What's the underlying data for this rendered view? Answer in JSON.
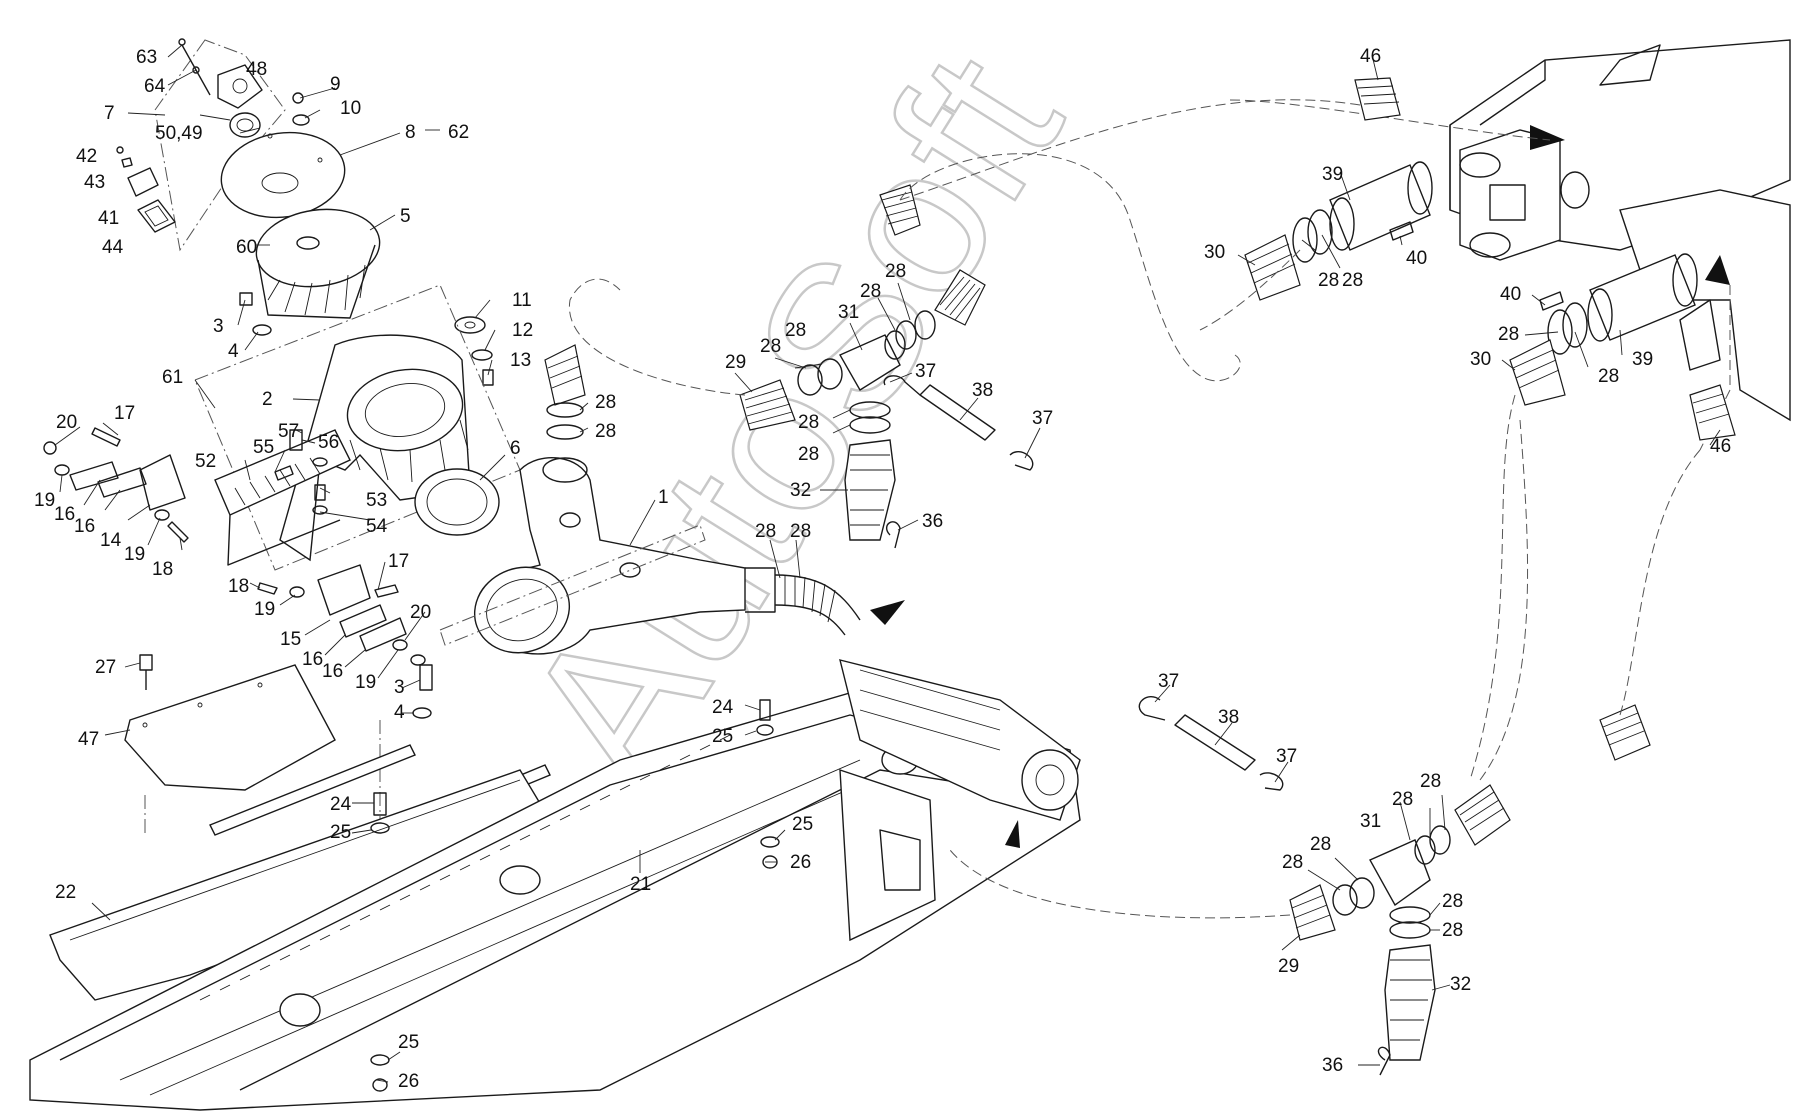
{
  "watermark": "AutoSoft",
  "callouts": [
    {
      "id": "63",
      "text": "63"
    },
    {
      "id": "64",
      "text": "64"
    },
    {
      "id": "48",
      "text": "48"
    },
    {
      "id": "9",
      "text": "9"
    },
    {
      "id": "7",
      "text": "7"
    },
    {
      "id": "10",
      "text": "10"
    },
    {
      "id": "50_49",
      "text": "50,49"
    },
    {
      "id": "8",
      "text": "8"
    },
    {
      "id": "62",
      "text": "62"
    },
    {
      "id": "42",
      "text": "42"
    },
    {
      "id": "43",
      "text": "43"
    },
    {
      "id": "41",
      "text": "41"
    },
    {
      "id": "5",
      "text": "5"
    },
    {
      "id": "44",
      "text": "44"
    },
    {
      "id": "60",
      "text": "60"
    },
    {
      "id": "11",
      "text": "11"
    },
    {
      "id": "3a",
      "text": "3"
    },
    {
      "id": "12",
      "text": "12"
    },
    {
      "id": "4a",
      "text": "4"
    },
    {
      "id": "13",
      "text": "13"
    },
    {
      "id": "61",
      "text": "61"
    },
    {
      "id": "2",
      "text": "2"
    },
    {
      "id": "20a",
      "text": "20"
    },
    {
      "id": "17a",
      "text": "17"
    },
    {
      "id": "57",
      "text": "57"
    },
    {
      "id": "56",
      "text": "56"
    },
    {
      "id": "55",
      "text": "55"
    },
    {
      "id": "6",
      "text": "6"
    },
    {
      "id": "52",
      "text": "52"
    },
    {
      "id": "19a",
      "text": "19"
    },
    {
      "id": "53",
      "text": "53"
    },
    {
      "id": "16a",
      "text": "16"
    },
    {
      "id": "16b",
      "text": "16"
    },
    {
      "id": "54",
      "text": "54"
    },
    {
      "id": "1",
      "text": "1"
    },
    {
      "id": "14",
      "text": "14"
    },
    {
      "id": "19b",
      "text": "19"
    },
    {
      "id": "18a",
      "text": "18"
    },
    {
      "id": "17b",
      "text": "17"
    },
    {
      "id": "18b",
      "text": "18"
    },
    {
      "id": "19c",
      "text": "19"
    },
    {
      "id": "20b",
      "text": "20"
    },
    {
      "id": "15",
      "text": "15"
    },
    {
      "id": "16c",
      "text": "16"
    },
    {
      "id": "16d",
      "text": "16"
    },
    {
      "id": "19d",
      "text": "19"
    },
    {
      "id": "27",
      "text": "27"
    },
    {
      "id": "3b",
      "text": "3"
    },
    {
      "id": "4b",
      "text": "4"
    },
    {
      "id": "47",
      "text": "47"
    },
    {
      "id": "24a",
      "text": "24"
    },
    {
      "id": "25a",
      "text": "25"
    },
    {
      "id": "24b",
      "text": "24"
    },
    {
      "id": "25b",
      "text": "25"
    },
    {
      "id": "25c",
      "text": "25"
    },
    {
      "id": "26a",
      "text": "26"
    },
    {
      "id": "21",
      "text": "21"
    },
    {
      "id": "22",
      "text": "22"
    },
    {
      "id": "25d",
      "text": "25"
    },
    {
      "id": "26b",
      "text": "26"
    },
    {
      "id": "29a",
      "text": "29"
    },
    {
      "id": "28a",
      "text": "28"
    },
    {
      "id": "28b",
      "text": "28"
    },
    {
      "id": "31a",
      "text": "31"
    },
    {
      "id": "28c",
      "text": "28"
    },
    {
      "id": "28d",
      "text": "28"
    },
    {
      "id": "28e",
      "text": "28"
    },
    {
      "id": "28f",
      "text": "28"
    },
    {
      "id": "37a",
      "text": "37"
    },
    {
      "id": "38a",
      "text": "38"
    },
    {
      "id": "37b",
      "text": "37"
    },
    {
      "id": "28g",
      "text": "28"
    },
    {
      "id": "28h",
      "text": "28"
    },
    {
      "id": "32a",
      "text": "32"
    },
    {
      "id": "36a",
      "text": "36"
    },
    {
      "id": "28i",
      "text": "28"
    },
    {
      "id": "28j",
      "text": "28"
    },
    {
      "id": "46a",
      "text": "46"
    },
    {
      "id": "39a",
      "text": "39"
    },
    {
      "id": "30a",
      "text": "30"
    },
    {
      "id": "28k",
      "text": "28"
    },
    {
      "id": "28l",
      "text": "28"
    },
    {
      "id": "40a",
      "text": "40"
    },
    {
      "id": "40b",
      "text": "40"
    },
    {
      "id": "28m",
      "text": "28"
    },
    {
      "id": "30b",
      "text": "30"
    },
    {
      "id": "28n",
      "text": "28"
    },
    {
      "id": "39b",
      "text": "39"
    },
    {
      "id": "46b",
      "text": "46"
    },
    {
      "id": "37c",
      "text": "37"
    },
    {
      "id": "38b",
      "text": "38"
    },
    {
      "id": "37d",
      "text": "37"
    },
    {
      "id": "28o",
      "text": "28"
    },
    {
      "id": "28p",
      "text": "28"
    },
    {
      "id": "31b",
      "text": "31"
    },
    {
      "id": "28q",
      "text": "28"
    },
    {
      "id": "28r",
      "text": "28"
    },
    {
      "id": "29b",
      "text": "29"
    },
    {
      "id": "28s",
      "text": "28"
    },
    {
      "id": "28t",
      "text": "28"
    },
    {
      "id": "32b",
      "text": "32"
    },
    {
      "id": "36b",
      "text": "36"
    }
  ]
}
